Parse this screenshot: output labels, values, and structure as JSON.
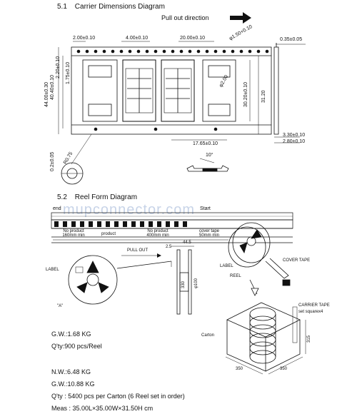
{
  "section1": {
    "number": "5.1",
    "title": "Carrier Dimensions Diagram",
    "pull_out": "Pull out direction"
  },
  "carrier": {
    "dims_top": [
      "2.00±0.10",
      "4.00±0.10",
      "20.00±0.10",
      "φ1.50+0.10",
      "0.35±0.05"
    ],
    "dims_left": [
      "44.00±0.30",
      "40.40±0.10",
      "2.20±0.10",
      "1.75±0.10"
    ],
    "dims_right": [
      "30.20±0.10",
      "31.20",
      "φ2.00"
    ],
    "dims_bottom": [
      "17.65±0.10",
      "3.30±0.10",
      "2.80±0.10"
    ],
    "angle": "10°",
    "detail": [
      "R0.75",
      "0.2±0.05"
    ]
  },
  "section2": {
    "number": "5.2",
    "title": "Reel Form Diagram"
  },
  "tape_strip": {
    "end": "end",
    "start": "Start",
    "segments": [
      "No product 160mm min",
      "product",
      "No product 400mm min",
      "cover tape 50mm min"
    ]
  },
  "reel": {
    "pull_out": "PULL OUT",
    "label": "LABEL",
    "view": "\"A\"",
    "side_dims": [
      "44.5",
      "330",
      "φ100",
      "2.5"
    ],
    "labels3d": [
      "LABEL",
      "REEL",
      "COVER TAPE",
      "CARRIER TAPE",
      "set squarex4",
      "Carton"
    ],
    "carton_dims": [
      "350",
      "350",
      "315"
    ]
  },
  "specs": [
    "G.W.:1.68 KG",
    "Q'ty:900 pcs/Reel",
    "N.W.:6.48 KG",
    "G.W.:10.88 KG",
    "Q'ty : 5400 pcs per Carton (6 Reel set in order)",
    "Meas : 35.00L×35.00W×31.50H cm"
  ],
  "watermark": "mupconnector.com"
}
